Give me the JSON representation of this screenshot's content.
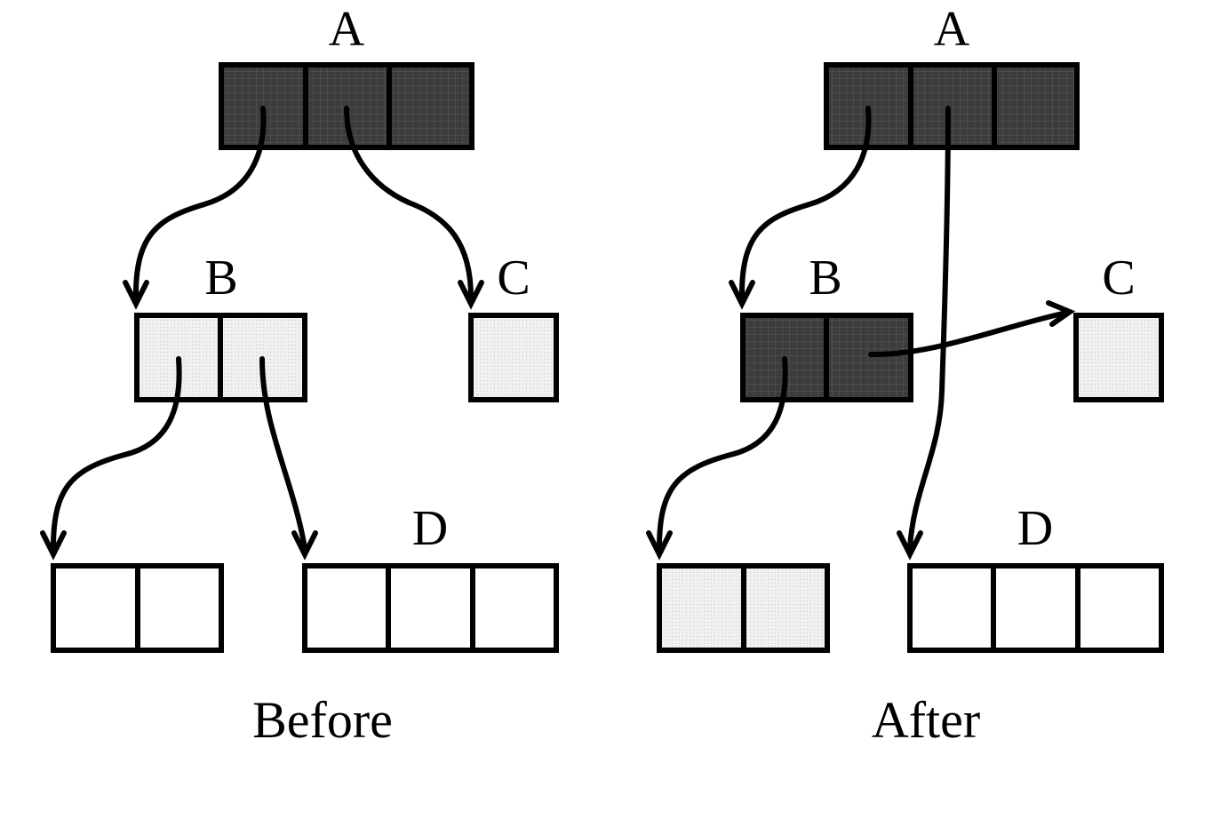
{
  "panels": {
    "before": {
      "caption": "Before",
      "labels": {
        "a": "A",
        "b": "B",
        "c": "C",
        "d": "D"
      }
    },
    "after": {
      "caption": "After",
      "labels": {
        "a": "A",
        "b": "B",
        "c": "C",
        "d": "D"
      }
    }
  },
  "colors": {
    "dark_fill": "#3c3c3c",
    "light_fill": "#eeeeee",
    "empty_fill": "#ffffff",
    "stroke": "#000000"
  }
}
